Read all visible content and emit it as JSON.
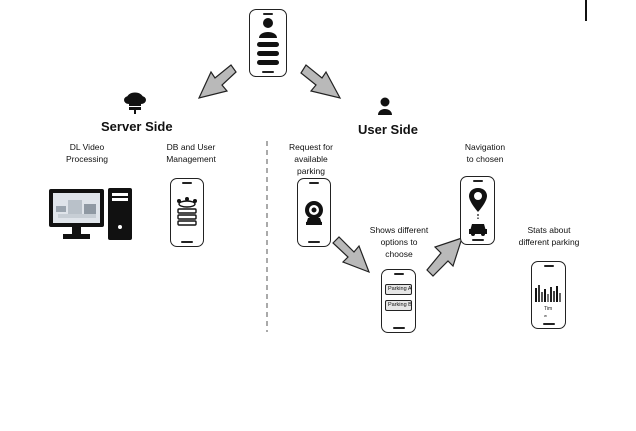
{
  "headings": {
    "server": "Server Side",
    "user": "User Side"
  },
  "captions": {
    "dl_video": [
      "DL Video",
      "Processing"
    ],
    "db_user": [
      "DB and User",
      "Management"
    ],
    "request": [
      "Request for",
      "available",
      "parking"
    ],
    "shows_options": [
      "Shows different",
      "options to",
      "choose"
    ],
    "navigation": [
      "Navigation",
      "to chosen"
    ],
    "stats": [
      "Stats about",
      "different parking"
    ]
  },
  "options_phone": {
    "option_a": "Parking A",
    "option_b": "Parking B"
  },
  "stats_phone": {
    "line1": "Tim",
    "line2": "w"
  },
  "icons": {
    "top_phone": "user-profile-icon",
    "cloud": "cloud-server-icon",
    "user": "user-person-icon",
    "computer": "desktop-computer-icon",
    "db": "database-users-icon",
    "request": "parking-location-icon",
    "navigation": "navigation-pin-car-icon",
    "stats": "parking-stats-chart-icon"
  }
}
